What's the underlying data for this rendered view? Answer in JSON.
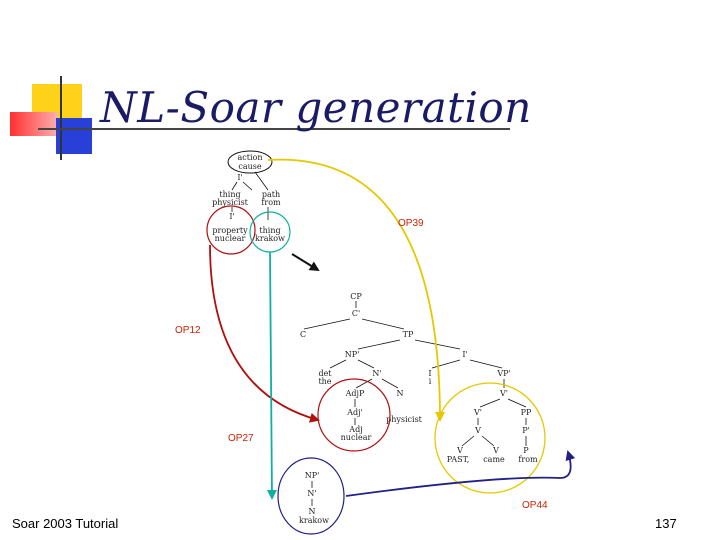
{
  "slide": {
    "title": "NL-Soar generation",
    "footer_left": "Soar 2003 Tutorial",
    "page_number": "137"
  },
  "diagram": {
    "colors": {
      "yellow": "#e6c800",
      "red": "#b01010",
      "teal": "#10b0a0",
      "navy": "#202088",
      "label": "#cc2200"
    },
    "operators": {
      "op39": "OP39",
      "op12": "OP12",
      "op27": "OP27",
      "op44": "OP44"
    },
    "semantic_tree": {
      "root1": "action",
      "root2": "cause",
      "bar": "I'",
      "left1": "thing",
      "left2": "physicist",
      "right1": "path",
      "right2": "from",
      "sub_bar": "I'",
      "leaf_a1": "property",
      "leaf_a2": "nuclear",
      "leaf_b1": "thing",
      "leaf_b2": "krakow"
    },
    "syntax_tree": {
      "cp": "CP",
      "cbar": "C'",
      "c": "C",
      "tp": "TP",
      "np": "NP'",
      "ibar": "I'",
      "det1": "det",
      "det2": "the",
      "nbar": "N'",
      "i": "I",
      "i_sub": "i",
      "vp": "VP'",
      "adjp": "AdjP",
      "n": "N",
      "n_word": "physicist",
      "vbar": "V'",
      "adjbar": "Adj'",
      "v2": "V'",
      "pp": "PP",
      "adj1": "Adj",
      "adj2": "nuclear",
      "v": "V",
      "pbar": "P'",
      "v3": "V",
      "v4": "V",
      "p": "P",
      "past": "PAST,",
      "came": "came",
      "from": "from"
    },
    "bottom_tree": {
      "np": "NP'",
      "nbar": "N'",
      "n": "N",
      "word": "krakow"
    }
  }
}
